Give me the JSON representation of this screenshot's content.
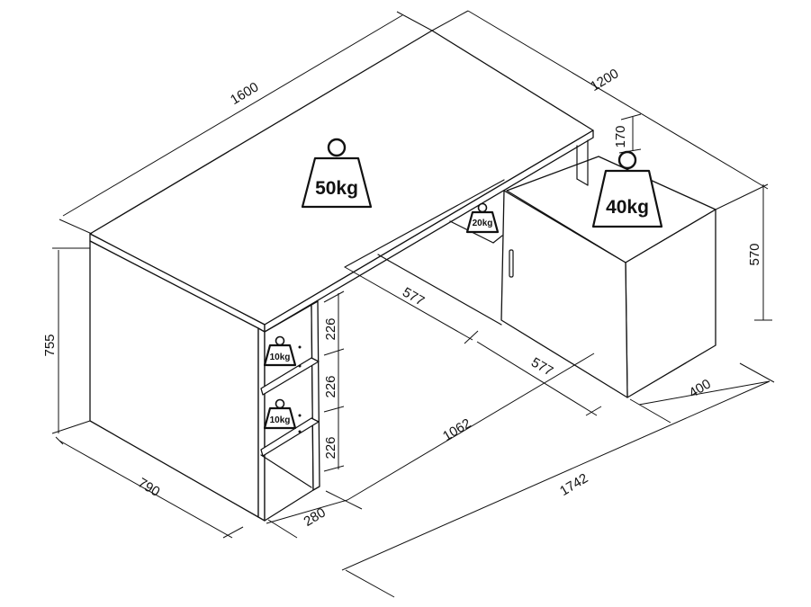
{
  "dimensions": {
    "top_length": "1600",
    "top_depth": "1200",
    "support_height": "170",
    "cabinet_height": "570",
    "desk_height": "755",
    "shelf_1": "226",
    "shelf_2": "226",
    "shelf_3": "226",
    "inner_depth_upper": "577",
    "inner_depth_lower": "577",
    "cabinet_depth": "400",
    "side_depth": "790",
    "shelf_width": "280",
    "mid_length": "1062",
    "total_length": "1742"
  },
  "loads": {
    "desktop": "50kg",
    "cabinet": "40kg",
    "inner_shelf": "20kg",
    "shelf_upper": "10kg",
    "shelf_lower": "10kg"
  },
  "colors": {
    "line": "#111111",
    "fill": "#ffffff"
  }
}
